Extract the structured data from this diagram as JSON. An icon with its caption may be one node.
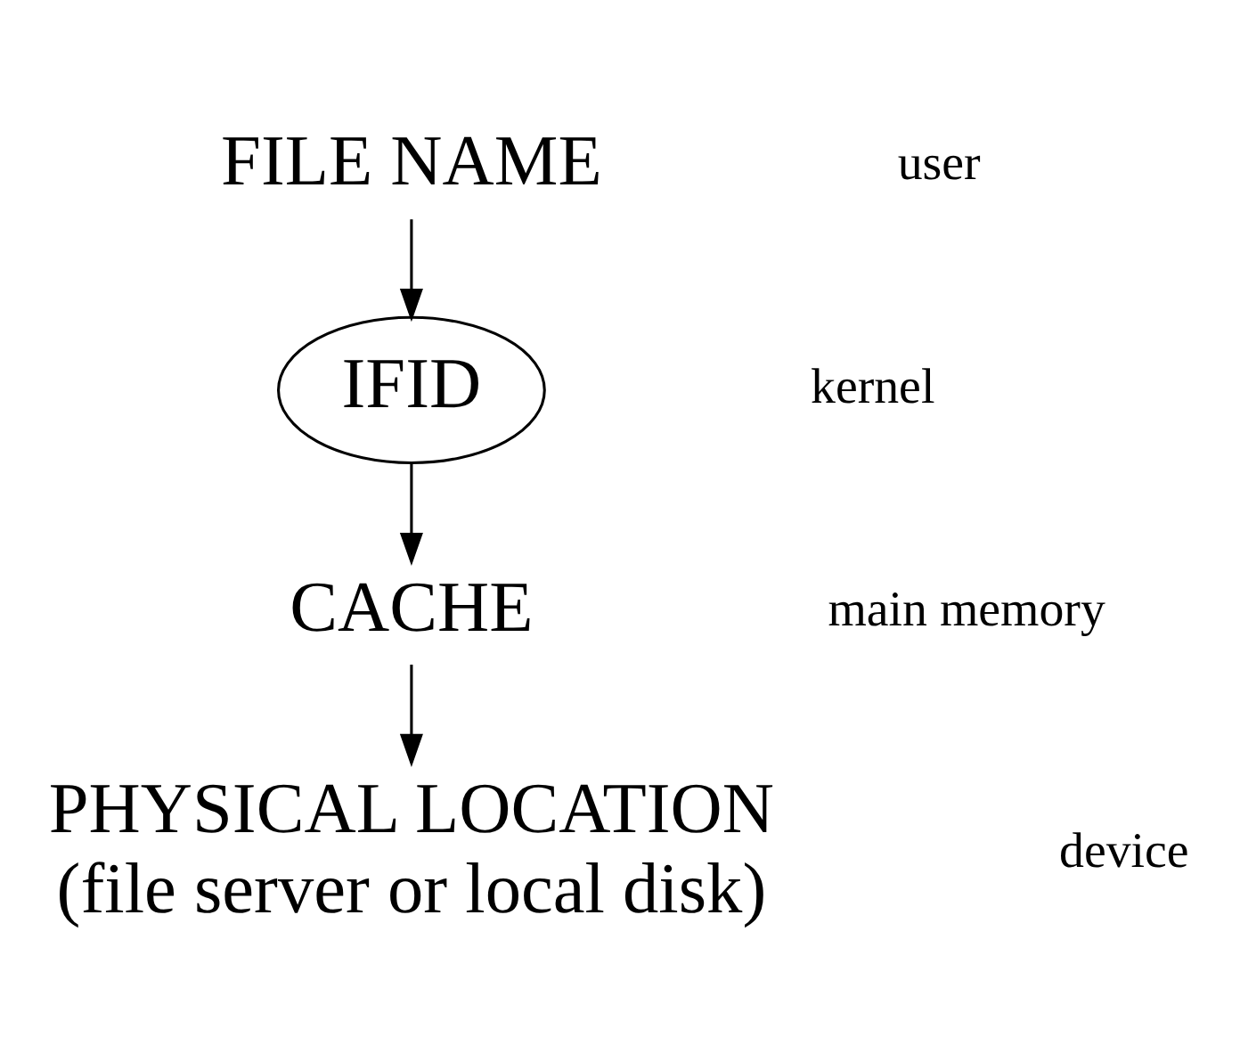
{
  "diagram": {
    "nodes": [
      {
        "text": [
          "FILE NAME"
        ]
      },
      {
        "text": [
          "IFID"
        ]
      },
      {
        "text": [
          "CACHE"
        ]
      },
      {
        "text": [
          "PHYSICAL LOCATION",
          "(file server or local disk)"
        ]
      }
    ],
    "edges": [
      {
        "from": 0,
        "to": 1,
        "arrow": "to"
      },
      {
        "from": 1,
        "to": 2,
        "arrow": "to"
      },
      {
        "from": 2,
        "to": 3,
        "arrow": "to"
      }
    ],
    "labels": [
      "user",
      "kernel",
      "main memory",
      "device"
    ]
  }
}
